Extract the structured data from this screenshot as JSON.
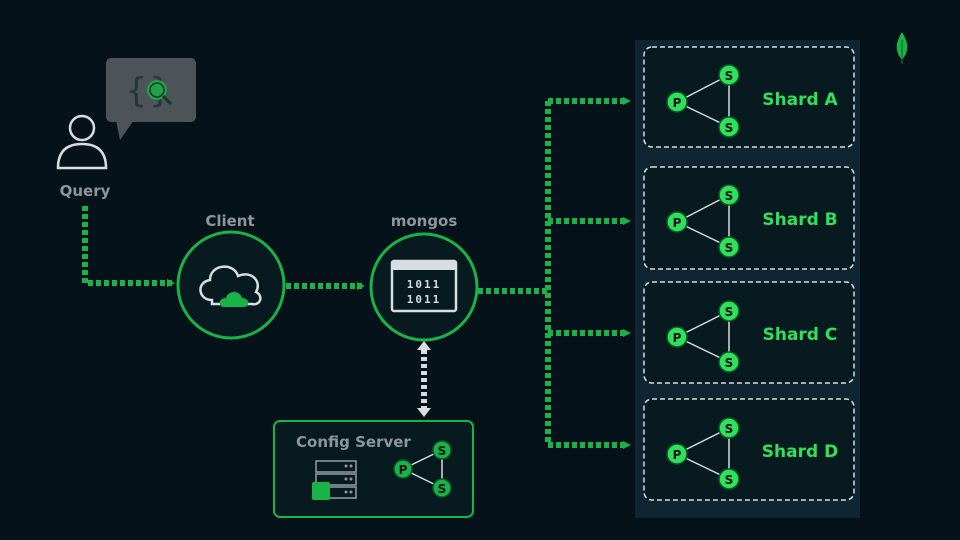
{
  "query": {
    "label": "Query"
  },
  "client": {
    "label": "Client"
  },
  "mongos": {
    "label": "mongos",
    "bits_row1": "1011",
    "bits_row2": "1011"
  },
  "config_server": {
    "label": "Config Server"
  },
  "replica_letters": {
    "primary": "P",
    "secondary": "S"
  },
  "shards": [
    {
      "label": "Shard A"
    },
    {
      "label": "Shard B"
    },
    {
      "label": "Shard C"
    },
    {
      "label": "Shard D"
    }
  ],
  "colors": {
    "background": "#061219",
    "panel": "#0f2531",
    "accent_green": "#19b34a",
    "bright_green": "#2fe15a",
    "label_gray": "#8c969c",
    "white_line": "#d8dde0"
  },
  "icons": {
    "user": "user-icon",
    "speech_bubble": "speech-bubble-icon",
    "cloud": "cloud-icon",
    "terminal": "terminal-icon",
    "server": "server-icon",
    "leaf": "leaf-icon"
  }
}
